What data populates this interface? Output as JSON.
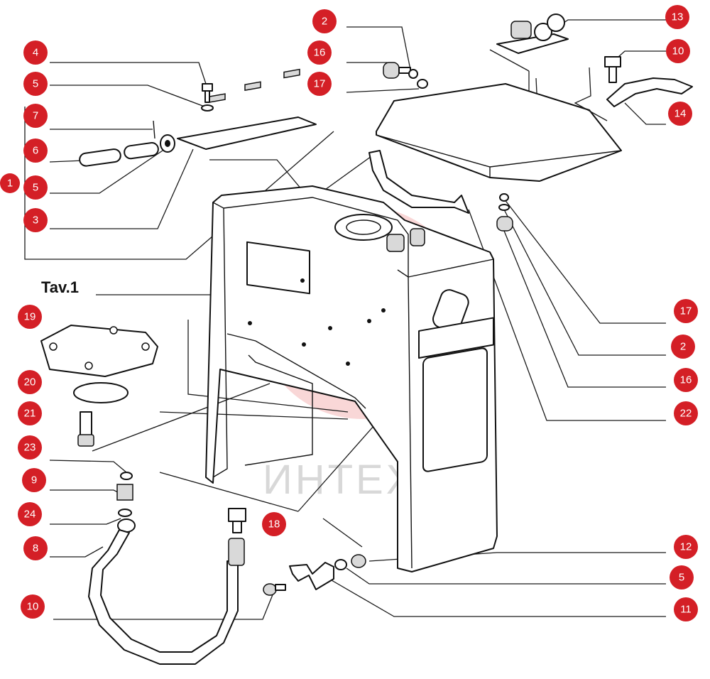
{
  "figure": {
    "title": "Tav.1",
    "watermark_text": "ИНТЕХ",
    "badge_color": "#d41f26",
    "line_color": "#1a1a1a"
  },
  "callouts": [
    {
      "id": "c-2-top",
      "label": "2"
    },
    {
      "id": "c-13",
      "label": "13"
    },
    {
      "id": "c-4",
      "label": "4"
    },
    {
      "id": "c-16-top",
      "label": "16"
    },
    {
      "id": "c-10-top",
      "label": "10"
    },
    {
      "id": "c-5-a",
      "label": "5"
    },
    {
      "id": "c-17-top",
      "label": "17"
    },
    {
      "id": "c-14",
      "label": "14"
    },
    {
      "id": "c-7",
      "label": "7"
    },
    {
      "id": "c-6",
      "label": "6"
    },
    {
      "id": "c-1",
      "label": "1"
    },
    {
      "id": "c-5-b",
      "label": "5"
    },
    {
      "id": "c-3",
      "label": "3"
    },
    {
      "id": "c-17-right",
      "label": "17"
    },
    {
      "id": "c-19",
      "label": "19"
    },
    {
      "id": "c-2-right",
      "label": "2"
    },
    {
      "id": "c-20",
      "label": "20"
    },
    {
      "id": "c-16-right",
      "label": "16"
    },
    {
      "id": "c-21",
      "label": "21"
    },
    {
      "id": "c-22",
      "label": "22"
    },
    {
      "id": "c-23",
      "label": "23"
    },
    {
      "id": "c-9",
      "label": "9"
    },
    {
      "id": "c-24",
      "label": "24"
    },
    {
      "id": "c-18",
      "label": "18"
    },
    {
      "id": "c-12",
      "label": "12"
    },
    {
      "id": "c-8",
      "label": "8"
    },
    {
      "id": "c-5-c",
      "label": "5"
    },
    {
      "id": "c-10-bottom",
      "label": "10"
    },
    {
      "id": "c-11",
      "label": "11"
    }
  ]
}
